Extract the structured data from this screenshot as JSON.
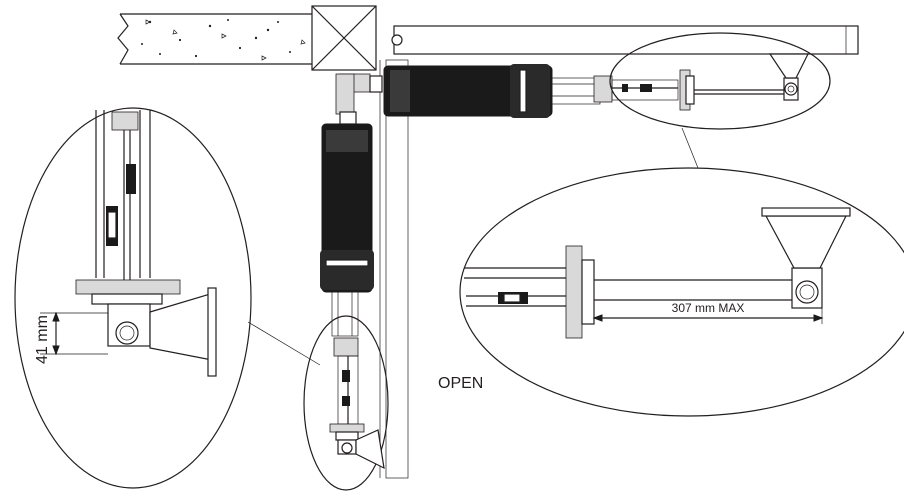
{
  "labels": {
    "open": "OPEN",
    "max_extension": "307 mm MAX",
    "offset": "41 mm"
  },
  "colors": {
    "line": "#231f20",
    "actuator_body": "#1a1a1a",
    "background": "#ffffff"
  }
}
